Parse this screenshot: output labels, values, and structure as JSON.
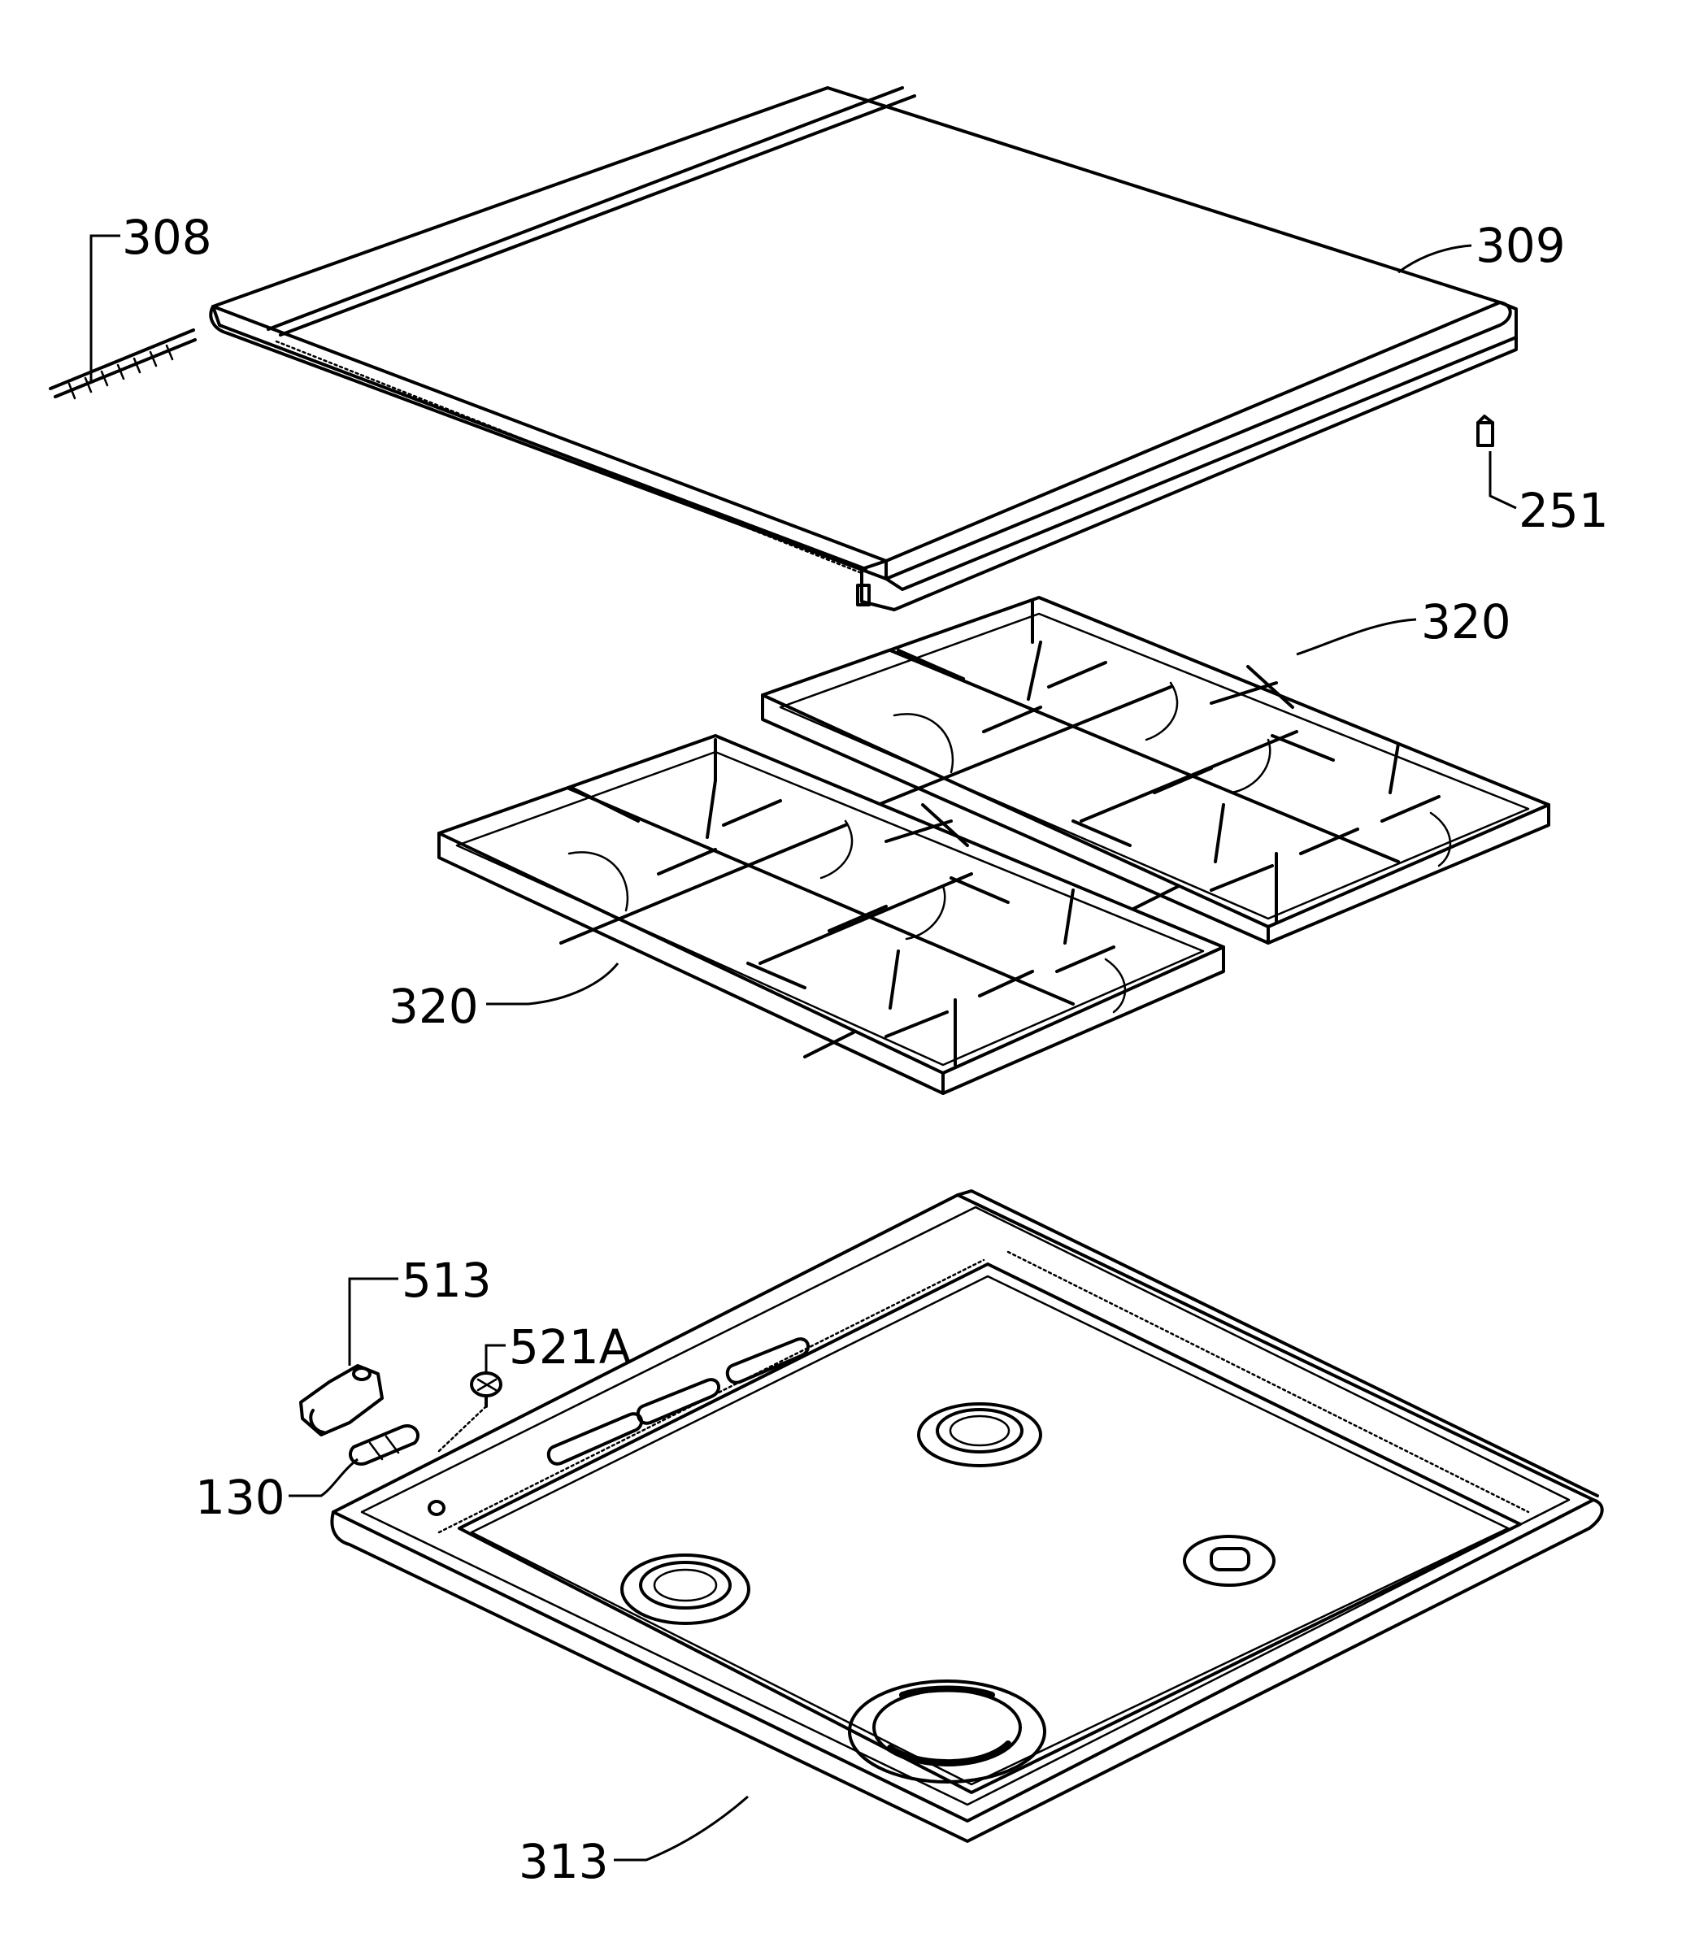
{
  "callouts": {
    "c308": "308",
    "c309": "309",
    "c251": "251",
    "c320a": "320",
    "c320b": "320",
    "c513": "513",
    "c521a": "521A",
    "c130": "130",
    "c313": "313"
  }
}
